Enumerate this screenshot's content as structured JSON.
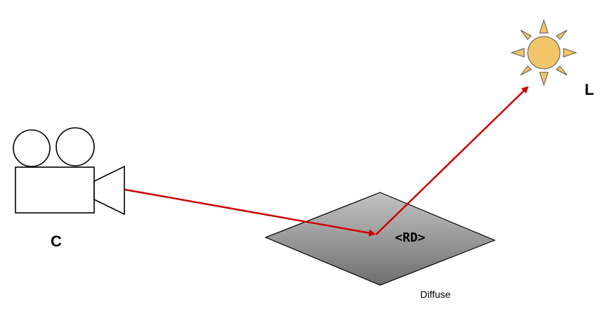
{
  "labels": {
    "camera": "C",
    "light": "L",
    "surface_tag": "<RD>",
    "material": "Diffuse"
  },
  "colors": {
    "ray": "#cc0000",
    "sun_fill": "#f2c56b",
    "sun_stroke": "#555555",
    "surface_top": "#c4c4c4",
    "surface_bottom": "#6e6e6e",
    "outline": "#000000"
  },
  "icons": {
    "camera": "movie-camera-icon",
    "light": "sun-icon"
  }
}
